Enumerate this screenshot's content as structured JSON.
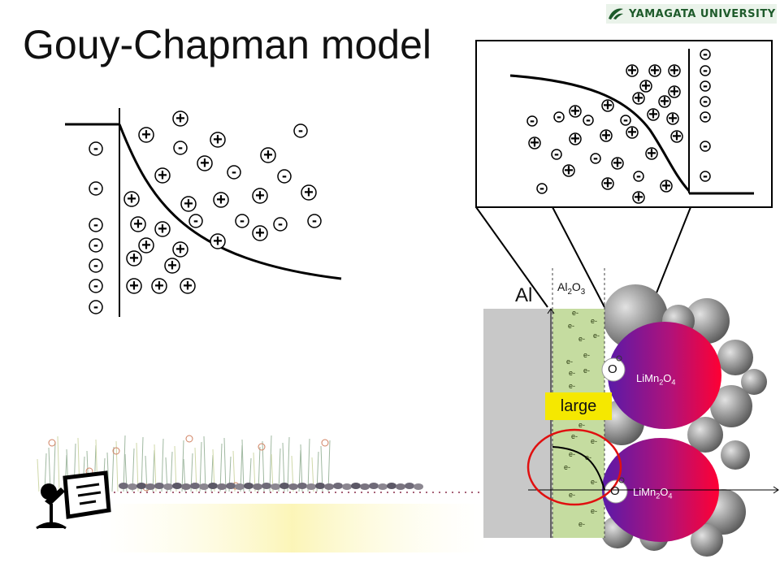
{
  "slide": {
    "title": "Gouy-Chapman model",
    "logo_text": "YAMAGATA UNIVERSITY",
    "logo_icon": "yamagata-leaf-icon",
    "labels": {
      "al": "Al",
      "al2o3_main": "Al",
      "al2o3_sub1": "2",
      "al2o3_mid": "O",
      "al2o3_sub2": "3",
      "large": "large",
      "limn_main": "LiMn",
      "limn_sub1": "2",
      "limn_mid": "O",
      "limn_sub2": "4",
      "oxygen": "O",
      "electron": "e-",
      "plus": "+",
      "minus": "-"
    },
    "colors": {
      "alumina": "#c5dca0",
      "aluminum": "#c8c8c8",
      "particle_red": "#e8003c",
      "particle_purple": "#6a1fa8",
      "highlight_circle": "#e01010",
      "large_box": "#f5e800",
      "logo_green": "#1d5a2a"
    },
    "footer_icon": "teacher-podium-icon"
  }
}
